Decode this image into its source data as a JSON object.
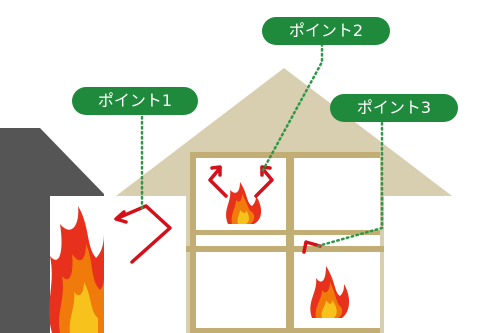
{
  "labels": {
    "point1": "ポイント1",
    "point2": "ポイント2",
    "point3": "ポイント3"
  },
  "colors": {
    "house_fill": "#d8ceb0",
    "house_frame": "#c2ad74",
    "neighbor_roof": "#555555",
    "fire_red": "#e41c1c",
    "fire_orange": "#f07a0a",
    "fire_yellow": "#f6c21b",
    "label_green": "#1f8a3c",
    "leader_green": "#2b9a47",
    "arrow_red": "#d4101a",
    "room_white": "#ffffff"
  },
  "icons": [
    "flame-icon",
    "bent-arrow-icon"
  ]
}
